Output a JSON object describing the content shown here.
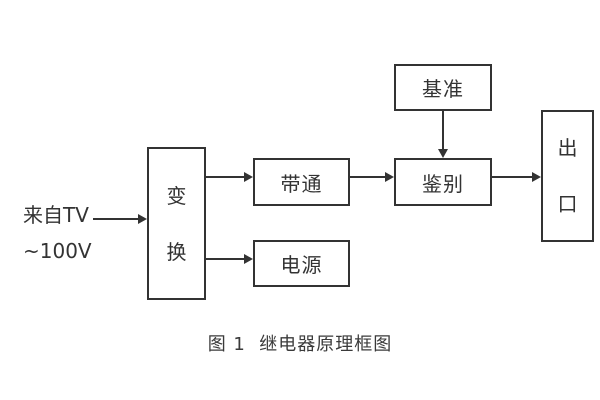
{
  "source": {
    "line1": "来自TV",
    "line2": "~100V"
  },
  "blocks": {
    "transform": {
      "label": "变换",
      "char1": "变",
      "char2": "换"
    },
    "bandpass": {
      "label": "带通"
    },
    "power": {
      "label": "电源"
    },
    "reference": {
      "label": "基准"
    },
    "discriminator": {
      "label": "鉴别"
    },
    "output": {
      "label": "出口",
      "char1": "出",
      "char2": "口"
    }
  },
  "caption": "图 1  继电器原理框图",
  "colors": {
    "line": "#333333",
    "text": "#333333",
    "background": "#ffffff"
  }
}
